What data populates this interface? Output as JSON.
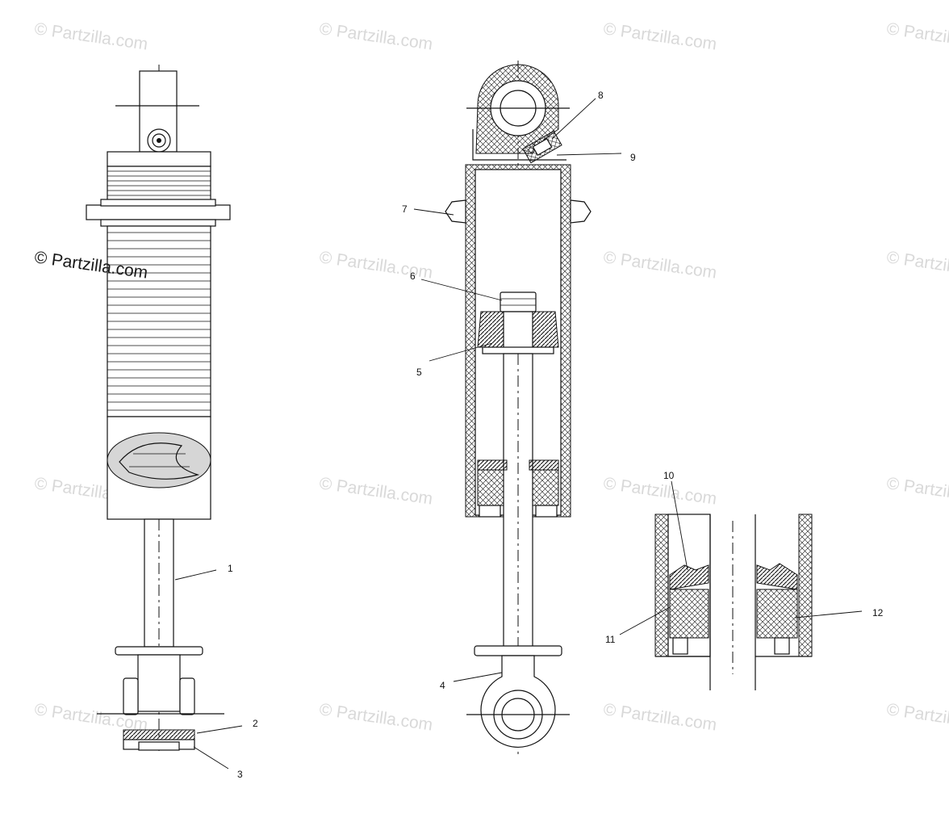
{
  "watermark": {
    "text": "© Partzilla.com"
  },
  "callouts": [
    {
      "id": "1",
      "label": "1"
    },
    {
      "id": "2",
      "label": "2"
    },
    {
      "id": "3",
      "label": "3"
    },
    {
      "id": "4",
      "label": "4"
    },
    {
      "id": "5",
      "label": "5"
    },
    {
      "id": "6",
      "label": "6"
    },
    {
      "id": "7",
      "label": "7"
    },
    {
      "id": "8",
      "label": "8"
    },
    {
      "id": "9",
      "label": "9"
    },
    {
      "id": "10",
      "label": "10"
    },
    {
      "id": "11",
      "label": "11"
    },
    {
      "id": "12",
      "label": "12"
    }
  ],
  "colors": {
    "line": "#111111",
    "watermark": "#d9d9d9",
    "background": "#ffffff"
  }
}
